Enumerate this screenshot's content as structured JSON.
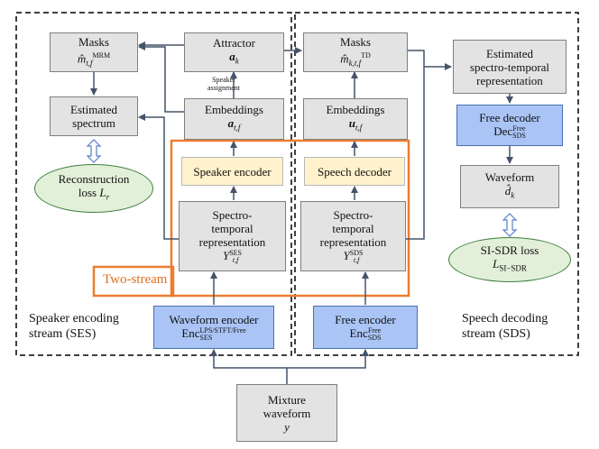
{
  "boxes": {
    "masks_ses": {
      "title": "Masks",
      "math": "m̂",
      "sub": "t,f",
      "sup": "MRM"
    },
    "attractor": {
      "title": "Attractor",
      "math": "a",
      "sub": "k"
    },
    "masks_sds": {
      "title": "Masks",
      "math": "m̂",
      "sub": "k,t,f",
      "sup": "TD"
    },
    "est_st": {
      "line1": "Estimated",
      "line2": "spectro-temporal",
      "line3": "representation"
    },
    "est_spectrum": {
      "line1": "Estimated",
      "line2": "spectrum"
    },
    "emb_ses": {
      "title": "Embeddings",
      "math": "a",
      "sub": "t,f"
    },
    "emb_sds": {
      "title": "Embeddings",
      "math": "u",
      "sub": "t,f"
    },
    "free_decoder": {
      "line1": "Free decoder",
      "math": "Dec",
      "sub": "SDS",
      "sup": "Free"
    },
    "recon_loss": {
      "line1": "Reconstruction",
      "line2": "loss",
      "math": "L",
      "sub": "r"
    },
    "speaker_encoder": {
      "label": "Speaker encoder"
    },
    "speech_decoder": {
      "label": "Speech decoder"
    },
    "waveform": {
      "title": "Waveform",
      "math": "d̂",
      "sub": "k"
    },
    "st_ses": {
      "line1": "Spectro-",
      "line2": "temporal",
      "line3": "representation",
      "math": "Y",
      "sub": "t,f",
      "sup": "SES"
    },
    "st_sds": {
      "line1": "Spectro-",
      "line2": "temporal",
      "line3": "representation",
      "math": "Y",
      "sub": "t,f",
      "sup": "SDS"
    },
    "sisdr_loss": {
      "line1": "SI-SDR loss",
      "math": "L",
      "sub": "SI−SDR"
    },
    "wave_encoder": {
      "line1": "Waveform encoder",
      "math": "Enc",
      "sub": "SES",
      "sup": "LPS/STFT/Free"
    },
    "free_encoder": {
      "line1": "Free encoder",
      "math": "Enc",
      "sub": "SDS",
      "sup": "Free"
    },
    "mixture": {
      "line1": "Mixture",
      "line2": "waveform",
      "math": "y"
    }
  },
  "labels": {
    "speaker_assignment_1": "Speaker",
    "speaker_assignment_2": "assignment",
    "two_stream": "Two-stream",
    "ses_1": "Speaker encoding",
    "ses_2": "stream (SES)",
    "sds_1": "Speech decoding",
    "sds_2": "stream (SDS)"
  },
  "colors": {
    "gray_box": "#e3e3e3",
    "yellow_box": "#fff2cc",
    "blue_box": "#a9c4f5",
    "green_ellipse": "#e2f0d9",
    "two_stream_border": "#ed7d31",
    "arrow": "#44546a"
  }
}
